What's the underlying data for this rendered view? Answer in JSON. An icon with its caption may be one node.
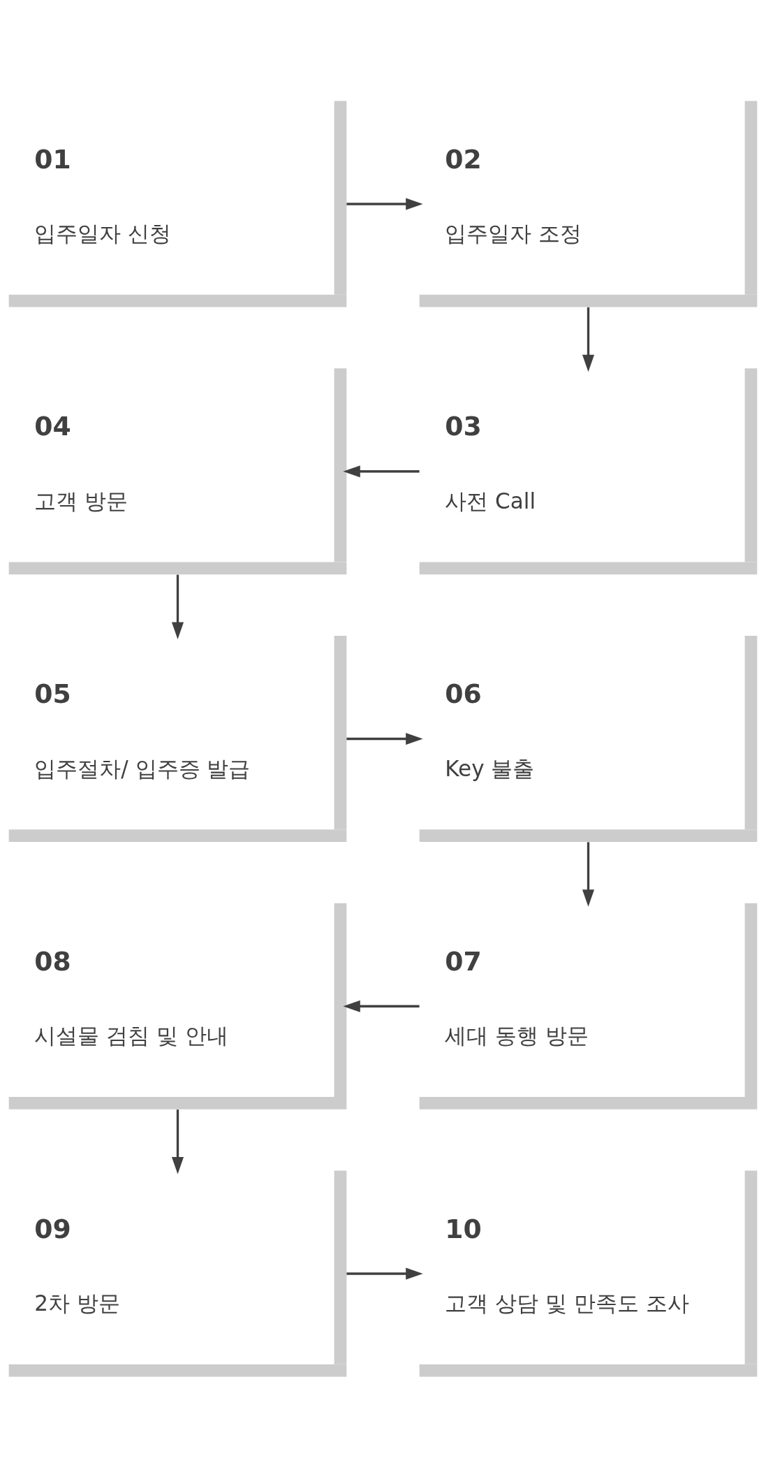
{
  "diagram": {
    "nodes": [
      {
        "text": [
          "01",
          "입주일자 신청"
        ]
      },
      {
        "text": [
          "02",
          "입주일자 조정"
        ]
      },
      {
        "text": [
          "03",
          "사전 Call"
        ]
      },
      {
        "text": [
          "04",
          "고객 방문"
        ]
      },
      {
        "text": [
          "05",
          "입주절차/ 입주증 발급"
        ]
      },
      {
        "text": [
          "06",
          "Key 불출"
        ]
      },
      {
        "text": [
          "07",
          "세대 동행 방문"
        ]
      },
      {
        "text": [
          "08",
          "시설물 검침 및 안내"
        ]
      },
      {
        "text": [
          "09",
          "2차 방문"
        ]
      },
      {
        "text": [
          "10",
          "고객 상담 및 만족도 조사"
        ]
      }
    ],
    "edges": [
      {
        "from": 0,
        "to": 1,
        "arrow": "to"
      },
      {
        "from": 1,
        "to": 2,
        "arrow": "to"
      },
      {
        "from": 2,
        "to": 3,
        "arrow": "to"
      },
      {
        "from": 3,
        "to": 4,
        "arrow": "to"
      },
      {
        "from": 4,
        "to": 5,
        "arrow": "to"
      },
      {
        "from": 5,
        "to": 6,
        "arrow": "to"
      },
      {
        "from": 6,
        "to": 7,
        "arrow": "to"
      },
      {
        "from": 7,
        "to": 8,
        "arrow": "to"
      },
      {
        "from": 8,
        "to": 9,
        "arrow": "to"
      }
    ]
  }
}
